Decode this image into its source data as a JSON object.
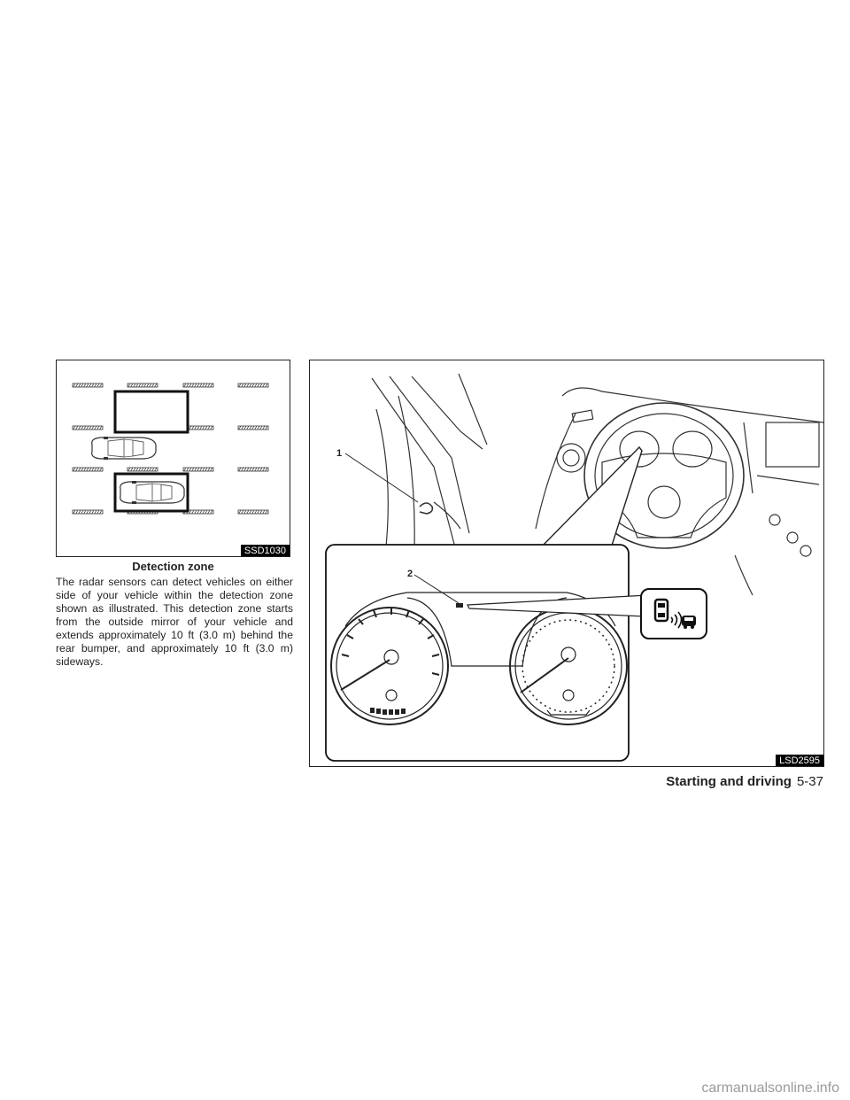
{
  "figure1": {
    "code": "SSD1030",
    "caption": "Detection zone"
  },
  "body_text": "The radar sensors can detect vehicles on either side of your vehicle within the detection zone shown as illustrated. This detection zone starts from the outside mirror of your vehicle and extends approximately 10 ft (3.0 m) behind the rear bumper, and approximately 10 ft (3.0 m) sideways.",
  "figure2": {
    "code": "LSD2595",
    "callouts": [
      "1",
      "2"
    ]
  },
  "footer": {
    "section": "Starting and driving",
    "page": "5-37"
  },
  "watermark": "carmanualsonline.info"
}
